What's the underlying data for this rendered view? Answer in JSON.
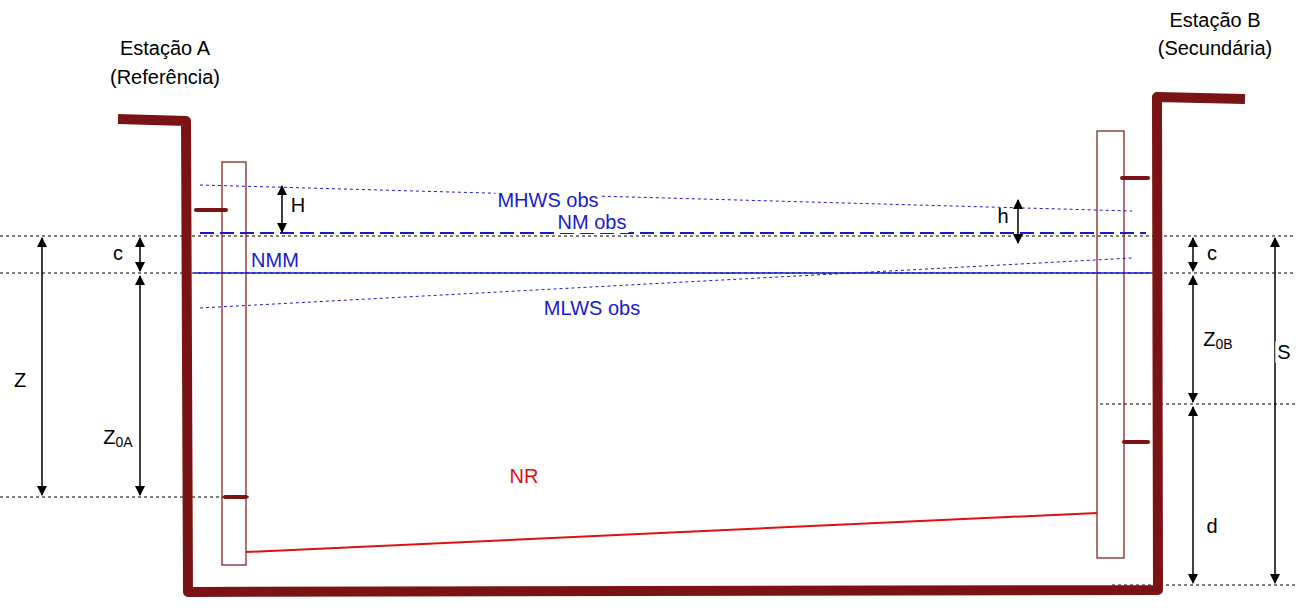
{
  "diagram": {
    "labels": [
      "Estação A",
      "(Referência)",
      "Estação B",
      "(Secundária)",
      "MHWS obs",
      "H",
      "h",
      "NM obs",
      "c",
      "NMM",
      "c",
      "Z",
      "Z0A",
      "MLWS obs",
      "Z0B",
      "S",
      "d",
      "NR"
    ]
  }
}
